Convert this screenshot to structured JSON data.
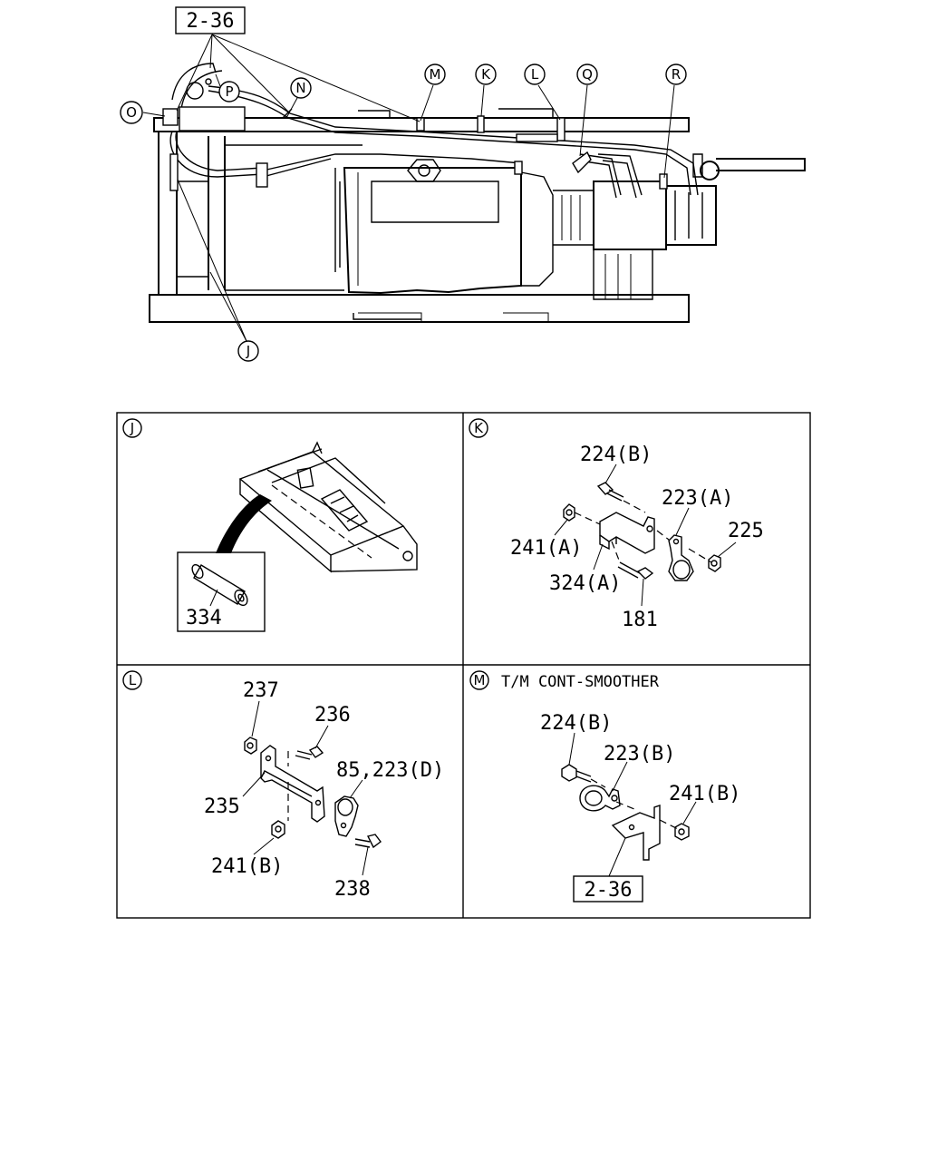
{
  "overview": {
    "ref_box": "2-36",
    "callouts": {
      "O": "O",
      "P": "P",
      "N": "N",
      "M": "M",
      "K": "K",
      "L": "L",
      "Q": "Q",
      "R": "R",
      "J": "J"
    }
  },
  "panels": {
    "J": {
      "letter": "J",
      "parts": {
        "p334": "334"
      }
    },
    "K": {
      "letter": "K",
      "parts": {
        "p224B": "224(B)",
        "p223A": "223(A)",
        "p225": "225",
        "p241A": "241(A)",
        "p324A": "324(A)",
        "p181": "181"
      }
    },
    "L": {
      "letter": "L",
      "parts": {
        "p237": "237",
        "p236": "236",
        "p85_223D": "85,223(D)",
        "p235": "235",
        "p241B": "241(B)",
        "p238": "238"
      }
    },
    "M": {
      "letter": "M",
      "title": "T/M CONT-SMOOTHER",
      "parts": {
        "p224B": "224(B)",
        "p223B": "223(B)",
        "p241B": "241(B)",
        "ref": "2-36"
      }
    }
  }
}
